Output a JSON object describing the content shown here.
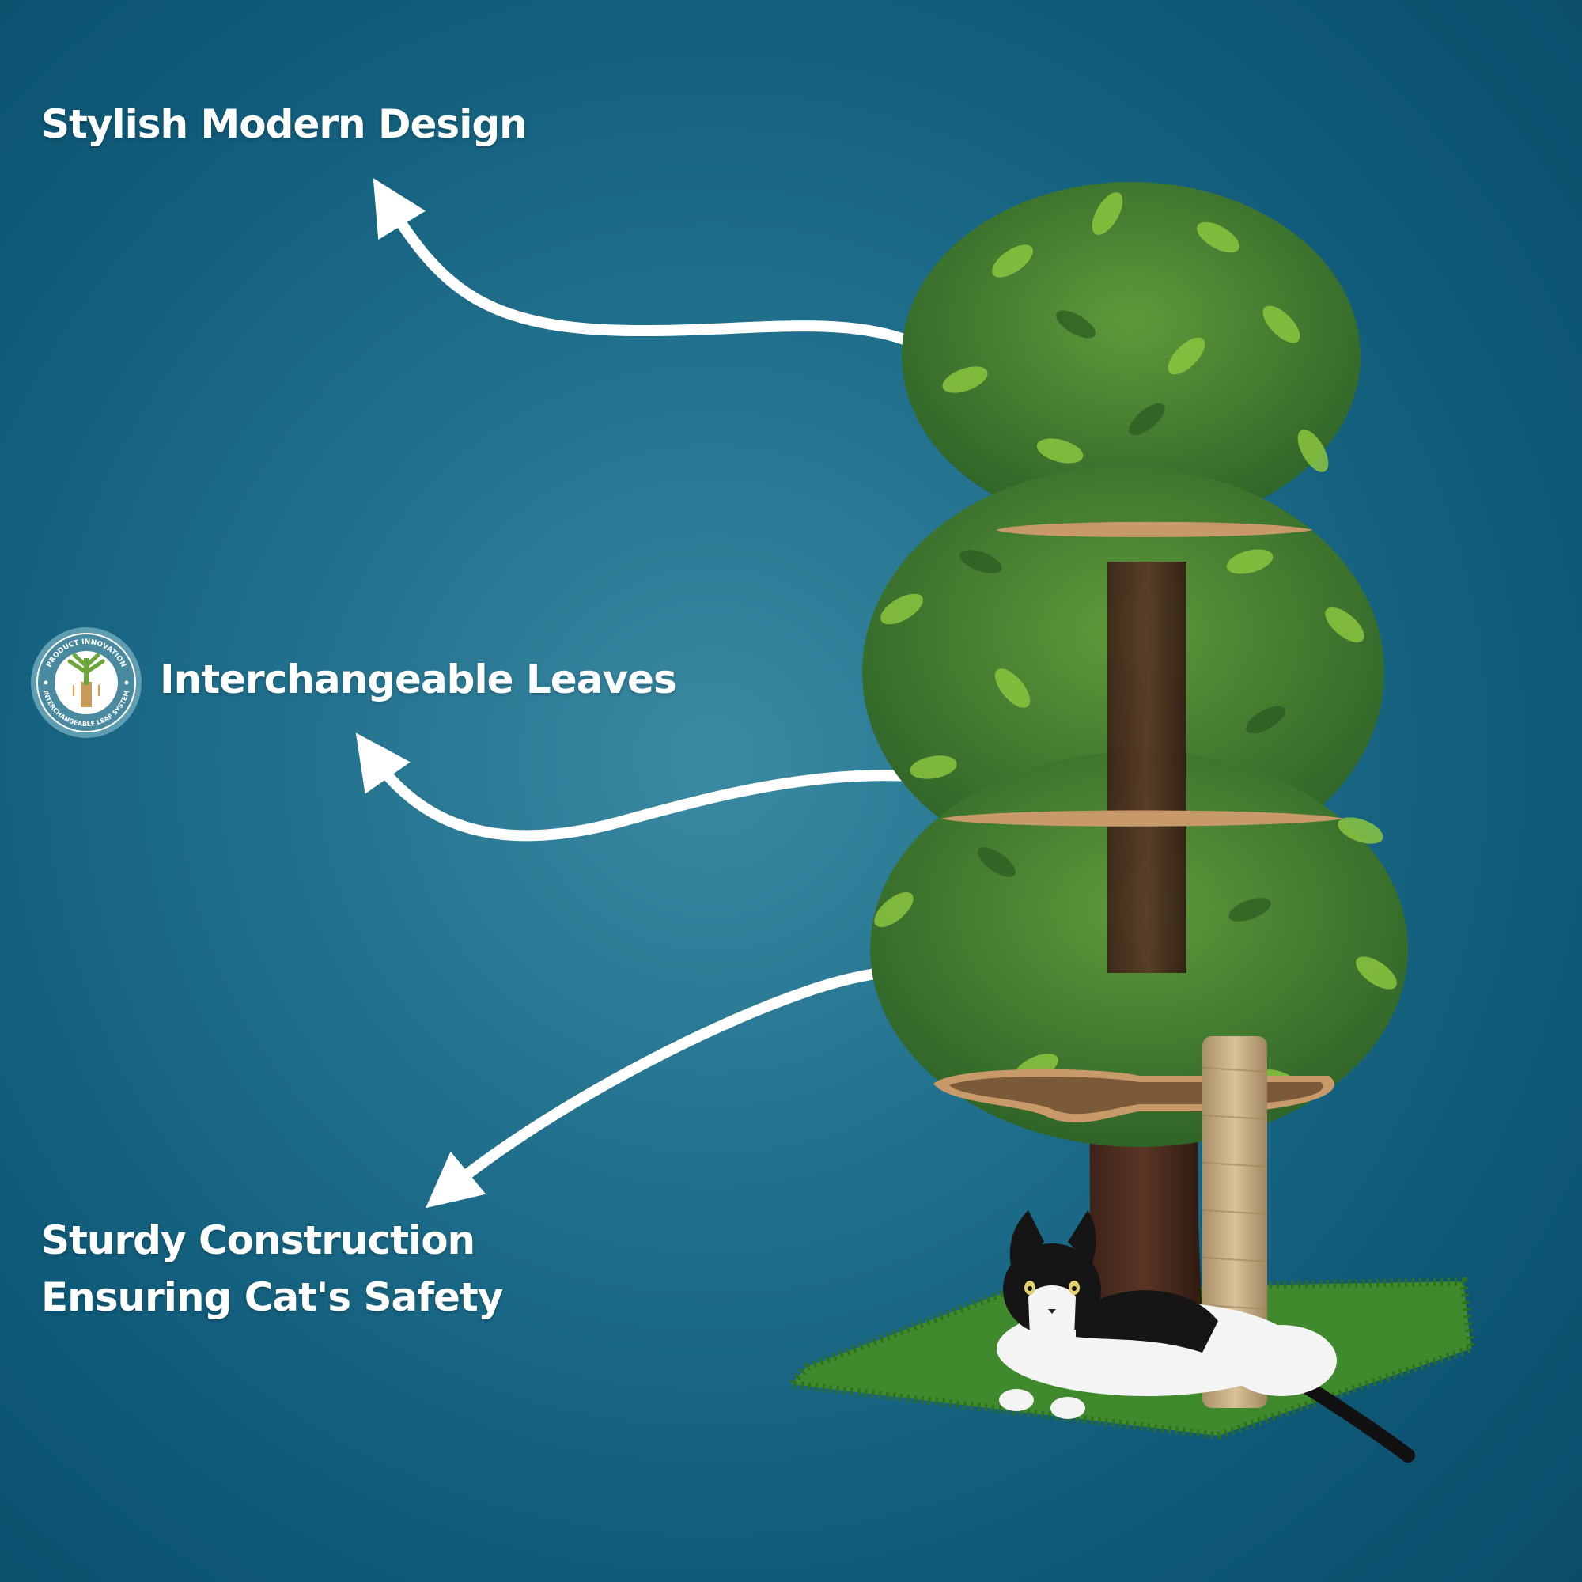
{
  "callouts": {
    "design": "Stylish Modern Design",
    "leaves": "Interchangeable Leaves",
    "sturdy_line1": "Sturdy Construction",
    "sturdy_line2": "Ensuring Cat's Safety"
  },
  "badge": {
    "top_text": "PRODUCT INNOVATION",
    "bottom_text": "INTERCHANGEABLE LEAF SYSTEM",
    "icon": "tree-icon"
  },
  "colors": {
    "background": "#16627f",
    "text": "#ffffff",
    "leaf_dark": "#3d7a2e",
    "leaf_light": "#8cc63f",
    "trunk": "#4a2c1e",
    "platform": "#c89a6a",
    "post": "#c8b08a",
    "grass": "#3f8a2c"
  },
  "illustration": "cat-tree-with-cat"
}
